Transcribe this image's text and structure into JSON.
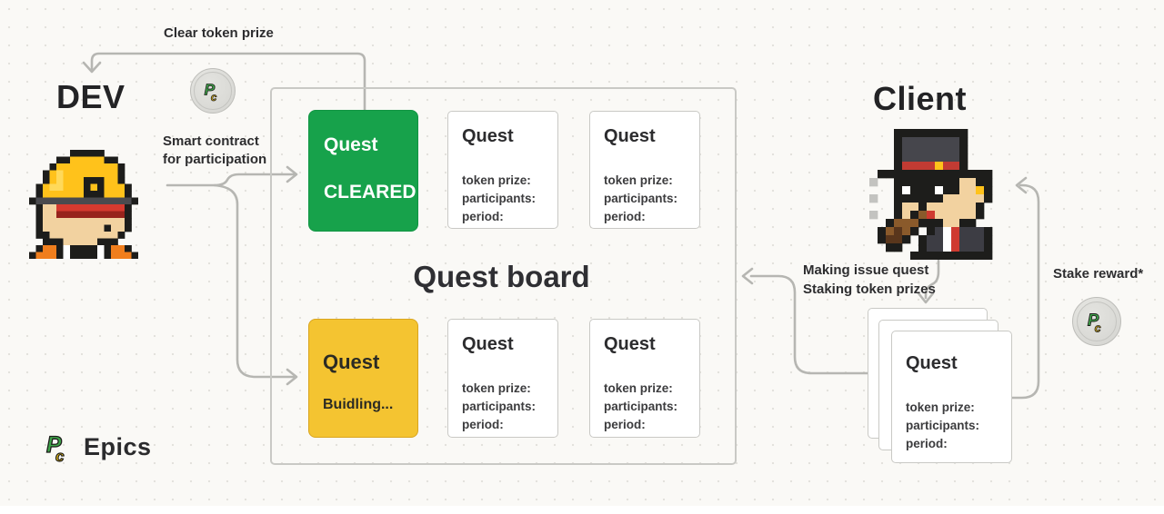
{
  "actors": {
    "dev": {
      "title": "DEV"
    },
    "client": {
      "title": "Client"
    }
  },
  "labels": {
    "clear_token_prize": "Clear token prize",
    "smart_contract_line1": "Smart contract",
    "smart_contract_line2": "for participation",
    "making_issue_quest": "Making issue quest",
    "staking_token_prizes": "Staking token prizes",
    "stake_reward": "Stake reward*"
  },
  "board": {
    "title": "Quest board",
    "cleared_card": {
      "title": "Quest",
      "status": "CLEARED",
      "color": "#17A24B"
    },
    "building_card": {
      "title": "Quest",
      "status": "Buidling...",
      "color": "#F4C431"
    },
    "open_cards": [
      {
        "title": "Quest",
        "fields": [
          "token prize:",
          "participants:",
          "period:"
        ]
      },
      {
        "title": "Quest",
        "fields": [
          "token prize:",
          "participants:",
          "period:"
        ]
      },
      {
        "title": "Quest",
        "fields": [
          "token prize:",
          "participants:",
          "period:"
        ]
      },
      {
        "title": "Quest",
        "fields": [
          "token prize:",
          "participants:",
          "period:"
        ]
      }
    ]
  },
  "client_stack": {
    "front_card": {
      "title": "Quest",
      "fields": [
        "token prize:",
        "participants:",
        "period:"
      ]
    }
  },
  "brand": {
    "name": "Epics",
    "monogram_p": "P",
    "monogram_c": "c"
  },
  "colors": {
    "wire": "#b6b6b2",
    "green": "#17A24B",
    "yellow": "#F4C431",
    "logo_green": "#3FA54A",
    "logo_yellow": "#F5C518"
  },
  "pixel_art": {
    "dev": {
      "palette": {
        "K": "#1d1d1b",
        "Y": "#FFC21B",
        "L": "#FFD95A",
        "G": "#4a4a4e",
        "R": "#D63A2F",
        "r": "#97231C",
        "S": "#F2D2A0",
        "W": "#ffffff",
        "O": "#F07E1D"
      },
      "rows": [
        "......KKKKK.....",
        "....KKYYYYYKK...",
        "...KYYYYYYYYYK..",
        "..KYLYYYYYYYYK..",
        "..KYLYYYKKKYYK..",
        ".KYLLYYYKYKYYYK.",
        ".KYYYYYYKKKYYYK.",
        "KGGGGGGGGGGGGGGK",
        ".KSSRRRRRRRRRRK.",
        ".KSSrrrrrrrrrrK.",
        ".KSSSSSSSSSSSSK.",
        ".KSSSSSSSSSKSSK.",
        ".KKSSSSSSSSSSK..",
        "..KKKSSSSSKKK...",
        ".KOOKWKKKKWKOOK.",
        "KOOOKWKKKKWKOOOK"
      ]
    },
    "client": {
      "palette": {
        "K": "#1d1d1b",
        "H": "#46464c",
        "R": "#C23B33",
        "Y": "#FFC21B",
        "S": "#F2D2A0",
        "W": "#ffffff",
        "C": "#3d3d44",
        "P": "#8a5a2b",
        "p": "#59361c",
        "w": "#c3c3c0",
        "T": "#CF3A30"
      },
      "rows": [
        "...KKKKKKKKK....",
        "...KHHHHHHHK....",
        "...KHHHHHHHK....",
        "...KHHHHHHHK....",
        "...KRRRRYRRK....",
        ".KKKKKKKKKKKKKK.",
        "w..KKKKKKKKSSKK.",
        "...KWKKKWKKSSYK.",
        "w..KKKKKKSSSSSK.",
        "...KSSKSSSSSSK..",
        "w..KSKPTSSSSSK..",
        "..KPPPKKKSSKK...",
        ".KPpPK.KCWTCCCK.",
        ".KppK.KCCWTCCCK.",
        "..KK..KCCWTCCCK.",
        ".....KKKKKKKKKK."
      ]
    }
  }
}
